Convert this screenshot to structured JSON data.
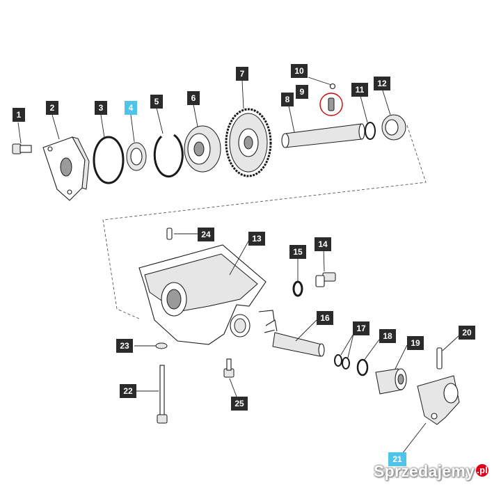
{
  "diagram": {
    "labels": [
      {
        "id": "1",
        "highlight": false
      },
      {
        "id": "2",
        "highlight": false
      },
      {
        "id": "3",
        "highlight": false
      },
      {
        "id": "4",
        "highlight": true
      },
      {
        "id": "5",
        "highlight": false
      },
      {
        "id": "6",
        "highlight": false
      },
      {
        "id": "7",
        "highlight": false
      },
      {
        "id": "8",
        "highlight": false
      },
      {
        "id": "9",
        "highlight": false
      },
      {
        "id": "10",
        "highlight": false
      },
      {
        "id": "11",
        "highlight": false
      },
      {
        "id": "12",
        "highlight": false
      },
      {
        "id": "13",
        "highlight": false
      },
      {
        "id": "14",
        "highlight": false
      },
      {
        "id": "15",
        "highlight": false
      },
      {
        "id": "16",
        "highlight": false
      },
      {
        "id": "17",
        "highlight": false
      },
      {
        "id": "18",
        "highlight": false
      },
      {
        "id": "19",
        "highlight": false
      },
      {
        "id": "20",
        "highlight": false
      },
      {
        "id": "21",
        "highlight": true
      },
      {
        "id": "22",
        "highlight": false
      },
      {
        "id": "23",
        "highlight": false
      },
      {
        "id": "24",
        "highlight": false
      },
      {
        "id": "25",
        "highlight": false
      }
    ],
    "colors": {
      "label_bg": "#2b2b2b",
      "highlight_bg": "#4fc3e8",
      "label_text": "#ffffff"
    }
  },
  "watermark": {
    "text": "Sprzedajemy",
    "suffix": ".pl",
    "suffix_color": "#e0001b"
  }
}
